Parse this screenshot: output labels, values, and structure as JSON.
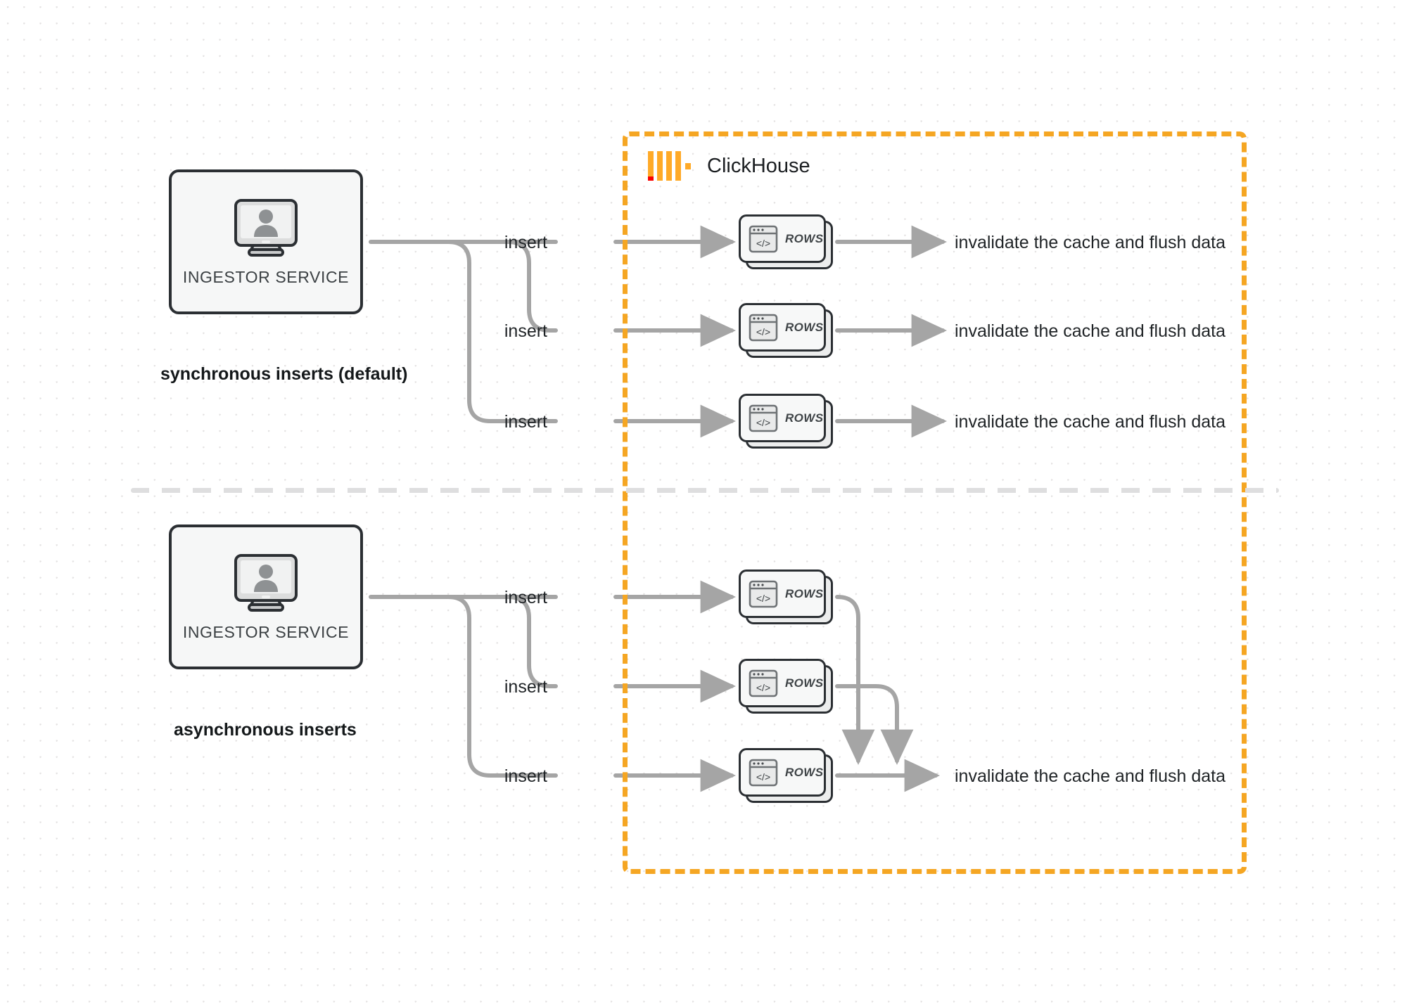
{
  "diagram": {
    "title": "ClickHouse synchronous vs asynchronous inserts",
    "background": "#ffffff",
    "dot_grid_color": "#e3e1e1"
  },
  "clickhouse": {
    "name": "ClickHouse",
    "boundary_color": "#f5a623",
    "logo_name": "clickhouse-logo",
    "logo_bar_color": "#ffaa28",
    "logo_accent_color": "#fa0000"
  },
  "sections": [
    {
      "id": "synchronous",
      "label": "synchronous inserts (default)",
      "service": {
        "label": "INGESTOR SERVICE",
        "icon": "monitor-user-icon"
      },
      "rows": [
        {
          "insert_label": "insert",
          "node_label": "ROWS",
          "sink_label": "invalidate the cache and flush data"
        },
        {
          "insert_label": "insert",
          "node_label": "ROWS",
          "sink_label": "invalidate the cache and flush data"
        },
        {
          "insert_label": "insert",
          "node_label": "ROWS",
          "sink_label": "invalidate the cache and flush data"
        }
      ]
    },
    {
      "id": "asynchronous",
      "label": "asynchronous inserts",
      "service": {
        "label": "INGESTOR SERVICE",
        "icon": "monitor-user-icon"
      },
      "rows": [
        {
          "insert_label": "insert",
          "node_label": "ROWS"
        },
        {
          "insert_label": "insert",
          "node_label": "ROWS"
        },
        {
          "insert_label": "insert",
          "node_label": "ROWS"
        }
      ],
      "merged_sink_label": "invalidate the cache and flush data"
    }
  ],
  "colors": {
    "wire": "#a5a5a5",
    "node_border": "#2b2f33",
    "node_fill": "#f6f7f7",
    "text": "#1f2326",
    "divider": "#dededf"
  }
}
